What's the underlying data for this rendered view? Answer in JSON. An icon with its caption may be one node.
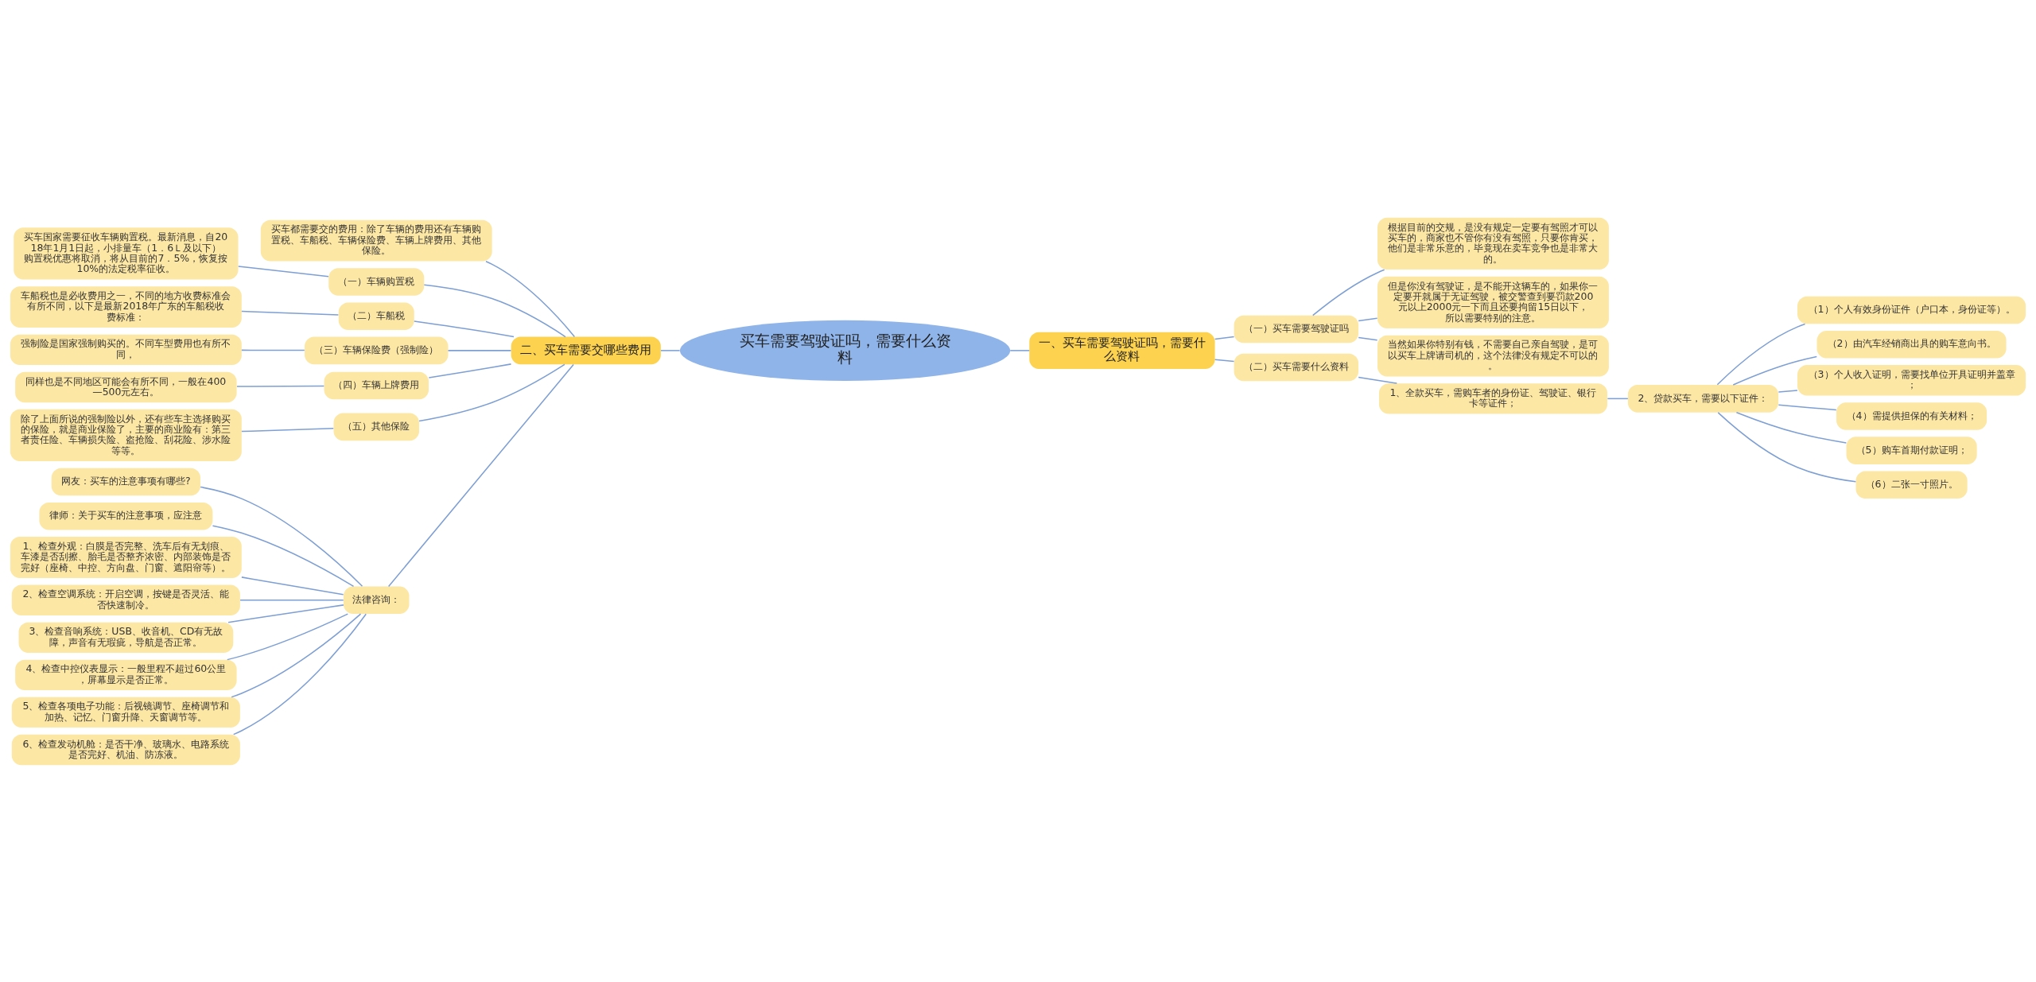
{
  "diagram": {
    "nodes": [
      {
        "text": [
          "买车需要驾驶证吗，需要什么资料"
        ]
      },
      {
        "text": [
          "一、买车需要驾驶证吗，需要什么资料"
        ]
      },
      {
        "text": [
          "（一）买车需要驾驶证吗"
        ]
      },
      {
        "text": [
          "根据目前的交规，是没有规定一定要有驾照才可以买车的，商家也不管你有没有驾照，只要你肯买，他们是非常乐意的，毕竟现在卖车竞争也是非常大的。"
        ]
      },
      {
        "text": [
          "但是你没有驾驶证，是不能开这辆车的，如果你一定要开就属于无证驾驶，被交警查到要罚款200元以上2000元一下而且还要拘留15日以下，所以需要特别的注意。"
        ]
      },
      {
        "text": [
          "当然如果你特别有钱，不需要自己亲自驾驶，是可以买车上牌请司机的，这个法律没有规定不可以的。"
        ]
      },
      {
        "text": [
          "（二）买车需要什么资料"
        ]
      },
      {
        "text": [
          "1、全款买车，需购车者的身份证、驾驶证、银行卡等证件；"
        ]
      },
      {
        "text": [
          "2、贷款买车，需要以下证件："
        ]
      },
      {
        "text": [
          "（1）个人有效身份证件（户口本，身份证等）。"
        ]
      },
      {
        "text": [
          "（2）由汽车经销商出具的购车意向书。"
        ]
      },
      {
        "text": [
          "（3）个人收入证明，需要找单位开具证明并盖章；"
        ]
      },
      {
        "text": [
          "（4）需提供担保的有关材料；"
        ]
      },
      {
        "text": [
          "（5）购车首期付款证明；"
        ]
      },
      {
        "text": [
          "（6）二张一寸照片。"
        ]
      },
      {
        "text": [
          "二、买车需要交哪些费用"
        ]
      },
      {
        "text": [
          "买车都需要交的费用：除了车辆的费用还有车辆购置税、车船税、车辆保险费、车辆上牌费用、其他保险。"
        ]
      },
      {
        "text": [
          "（一）车辆购置税"
        ]
      },
      {
        "text": [
          "买车国家需要征收车辆购置税。最新消息，自2018年1月1日起，小排量车（1．6Ｌ及以下）购置税优惠将取消，将从目前的7．5%，恢复按10%的法定税率征收。"
        ]
      },
      {
        "text": [
          "（二）车船税"
        ]
      },
      {
        "text": [
          "车船税也是必收费用之一，不同的地方收费标准会有所不同，以下是最新2018年广东的车船税收费标准："
        ]
      },
      {
        "text": [
          "（三）车辆保险费（强制险）"
        ]
      },
      {
        "text": [
          "强制险是国家强制购买的。不同车型费用也有所不同，"
        ]
      },
      {
        "text": [
          "（四）车辆上牌费用"
        ]
      },
      {
        "text": [
          "同样也是不同地区可能会有所不同，一般在400—500元左右。"
        ]
      },
      {
        "text": [
          "（五）其他保险"
        ]
      },
      {
        "text": [
          "除了上面所说的强制险以外，还有些车主选择购买的保险，就是商业保险了，主要的商业险有：第三者责任险、车辆损失险、盗抢险、刮花险、涉水险等等。"
        ]
      },
      {
        "text": [
          "法律咨询："
        ]
      },
      {
        "text": [
          "网友：买车的注意事项有哪些?"
        ]
      },
      {
        "text": [
          "律师：关于买车的注意事项，应注意"
        ]
      },
      {
        "text": [
          "1、检查外观：白膜是否完整、洗车后有无划痕、车漆是否刮擦、胎毛是否整齐浓密、内部装饰是否完好（座椅、中控、方向盘、门窗、遮阳帘等）。"
        ]
      },
      {
        "text": [
          "2、检查空调系统：开启空调，按键是否灵活、能否快速制冷。"
        ]
      },
      {
        "text": [
          "3、检查音响系统：USB、收音机、CD有无故障，声音有无瑕疵，导航是否正常。"
        ]
      },
      {
        "text": [
          "4、检查中控仪表显示：一般里程不超过60公里，屏幕显示是否正常。"
        ]
      },
      {
        "text": [
          "5、检查各项电子功能：后视镜调节、座椅调节和加热、记忆、门窗升降、天窗调节等。"
        ]
      },
      {
        "text": [
          "6、检查发动机舱：是否干净、玻璃水、电路系统是否完好、机油、防冻液。"
        ]
      }
    ],
    "edges": [
      {
        "from": 0,
        "to": 1,
        "arrow": "none"
      },
      {
        "from": 1,
        "to": 2,
        "arrow": "none"
      },
      {
        "from": 2,
        "to": 3,
        "arrow": "none"
      },
      {
        "from": 2,
        "to": 4,
        "arrow": "none"
      },
      {
        "from": 2,
        "to": 5,
        "arrow": "none"
      },
      {
        "from": 1,
        "to": 6,
        "arrow": "none"
      },
      {
        "from": 6,
        "to": 7,
        "arrow": "none"
      },
      {
        "from": 7,
        "to": 8,
        "arrow": "none"
      },
      {
        "from": 8,
        "to": 9,
        "arrow": "none"
      },
      {
        "from": 8,
        "to": 10,
        "arrow": "none"
      },
      {
        "from": 8,
        "to": 11,
        "arrow": "none"
      },
      {
        "from": 8,
        "to": 12,
        "arrow": "none"
      },
      {
        "from": 8,
        "to": 13,
        "arrow": "none"
      },
      {
        "from": 8,
        "to": 14,
        "arrow": "none"
      },
      {
        "from": 0,
        "to": 15,
        "arrow": "none"
      },
      {
        "from": 15,
        "to": 16,
        "arrow": "none"
      },
      {
        "from": 15,
        "to": 17,
        "arrow": "none"
      },
      {
        "from": 17,
        "to": 18,
        "arrow": "none"
      },
      {
        "from": 15,
        "to": 19,
        "arrow": "none"
      },
      {
        "from": 19,
        "to": 20,
        "arrow": "none"
      },
      {
        "from": 15,
        "to": 21,
        "arrow": "none"
      },
      {
        "from": 21,
        "to": 22,
        "arrow": "none"
      },
      {
        "from": 15,
        "to": 23,
        "arrow": "none"
      },
      {
        "from": 23,
        "to": 24,
        "arrow": "none"
      },
      {
        "from": 15,
        "to": 25,
        "arrow": "none"
      },
      {
        "from": 25,
        "to": 26,
        "arrow": "none"
      },
      {
        "from": 15,
        "to": 27,
        "arrow": "none"
      },
      {
        "from": 27,
        "to": 28,
        "arrow": "none"
      },
      {
        "from": 27,
        "to": 29,
        "arrow": "none"
      },
      {
        "from": 27,
        "to": 30,
        "arrow": "none"
      },
      {
        "from": 27,
        "to": 31,
        "arrow": "none"
      },
      {
        "from": 27,
        "to": 32,
        "arrow": "none"
      },
      {
        "from": 27,
        "to": 33,
        "arrow": "none"
      },
      {
        "from": 27,
        "to": 34,
        "arrow": "none"
      },
      {
        "from": 27,
        "to": 35,
        "arrow": "none"
      }
    ]
  }
}
